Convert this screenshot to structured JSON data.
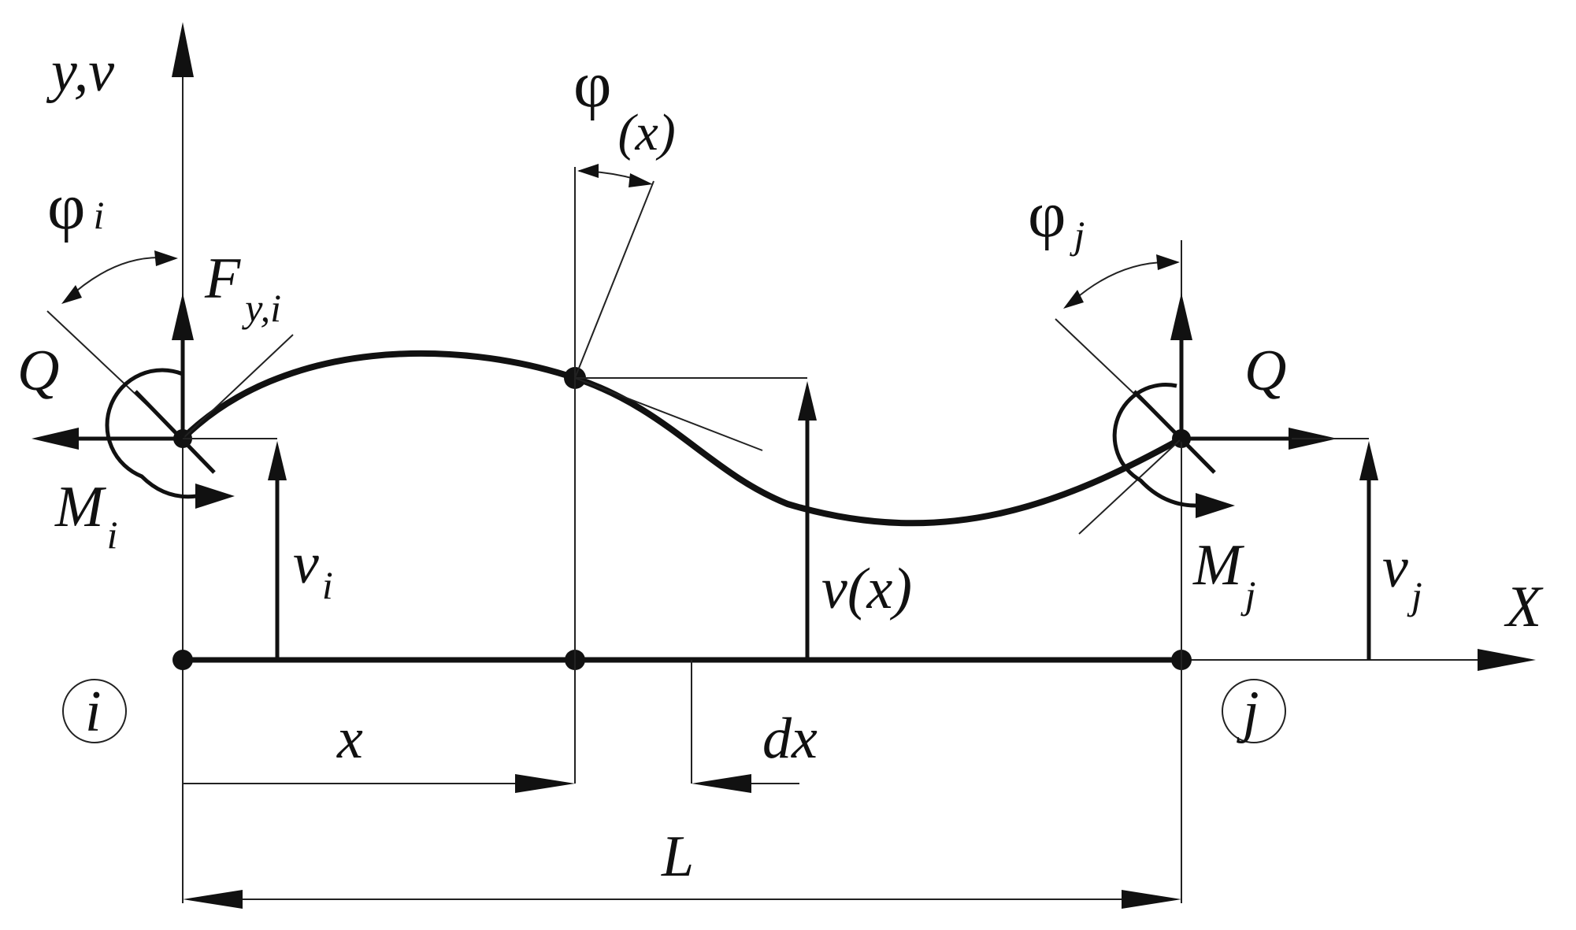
{
  "labels": {
    "y_axis": "y,v",
    "x_axis": "X",
    "phi_i": {
      "sym": "φ",
      "sub": "i"
    },
    "phi_x": {
      "sym": "φ",
      "sub": "(x)"
    },
    "phi_j": {
      "sym": "φ",
      "sub": "j"
    },
    "force": {
      "sym": "F",
      "sub": "y,i"
    },
    "q_left": "Q",
    "q_right": "Q",
    "m_i": {
      "sym": "M",
      "sub": "i"
    },
    "m_j": {
      "sym": "M",
      "sub": "j"
    },
    "v_i": {
      "sym": "v",
      "sub": "i"
    },
    "v_j": {
      "sym": "v",
      "sub": "j"
    },
    "v_x": "v(x)",
    "node_i": "i",
    "node_j": "j",
    "dim_x": "x",
    "dim_dx": "dx",
    "dim_L": "L"
  }
}
